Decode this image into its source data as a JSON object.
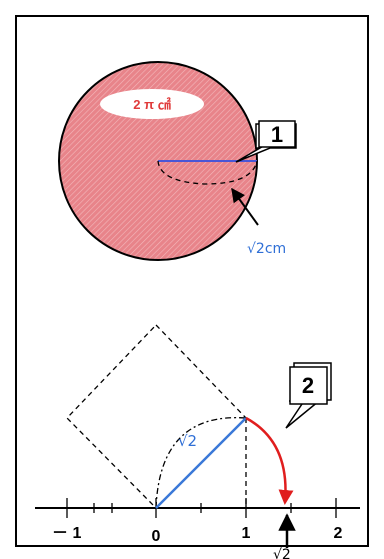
{
  "sphere": {
    "area_label": "2 π ㎠",
    "radius_label": "√2cm",
    "callout": "1"
  },
  "numberline": {
    "ticks": [
      "－ 1",
      "0",
      "1",
      "2"
    ],
    "segment_label": "√2",
    "callout": "2",
    "arrow_label": "√2"
  },
  "colors": {
    "sphere_fill": "#e8848a",
    "hatch": "#f5c4c6",
    "radius_line": "#4a56d6",
    "diagonal": "#3a78d8",
    "arc": "#e01e1e",
    "sqrt_text": "#2f6fd6"
  }
}
